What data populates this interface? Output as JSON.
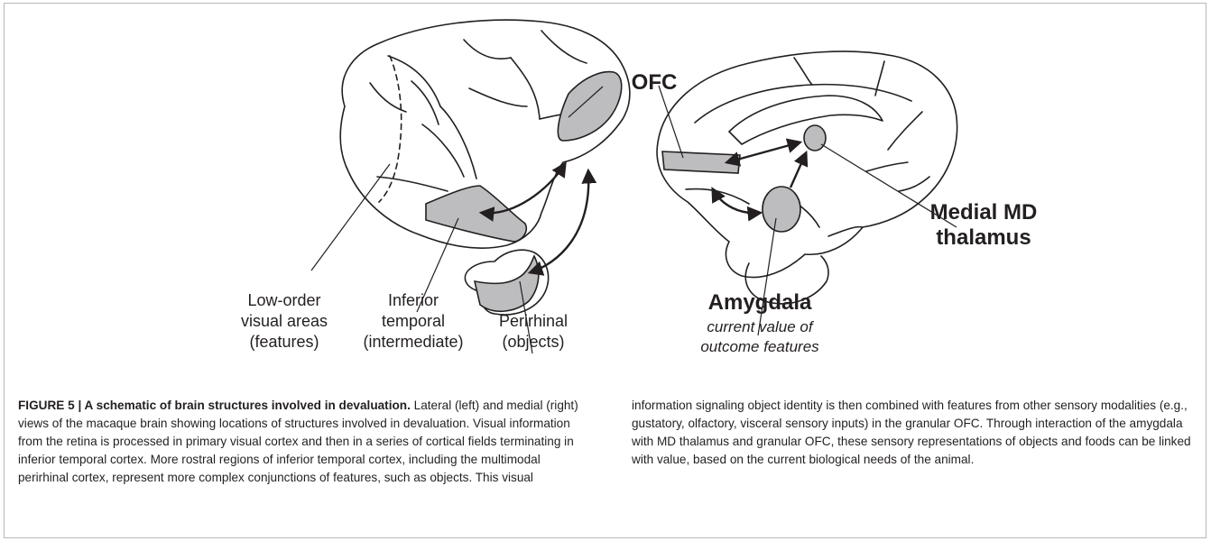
{
  "labels": {
    "ofc": "OFC",
    "low_order": [
      "Low-order",
      "visual areas",
      "(features)"
    ],
    "inferior_temporal": [
      "Inferior",
      "temporal",
      "(intermediate)"
    ],
    "perirhinal": [
      "Perirhinal",
      "(objects)"
    ],
    "amygdala": "Amygdala",
    "amygdala_note": [
      "current value of",
      "outcome features"
    ],
    "medial_md": [
      "Medial MD",
      "thalamus"
    ]
  },
  "caption": {
    "title": "FIGURE 5 | A schematic of brain structures involved in devaluation.",
    "body": "Lateral (left) and medial (right) views of the macaque brain showing locations of structures involved in devaluation. Visual information from the retina is processed in primary visual cortex and then in a series of cortical fields terminating in inferior temporal cortex. More rostral regions of inferior temporal cortex, including the multimodal perirhinal cortex, represent more complex conjunctions of features, such as objects. This visual information signaling object identity is then combined with features from other sensory modalities (e.g., gustatory, olfactory, visceral sensory inputs) in the granular OFC. Through interaction of the amygdala with MD thalamus and granular OFC, these sensory representations of objects and foods can be linked with value, based on the current biological needs of the animal."
  },
  "colors": {
    "region_fill": "#bdbdbf",
    "outline": "#231f20"
  }
}
